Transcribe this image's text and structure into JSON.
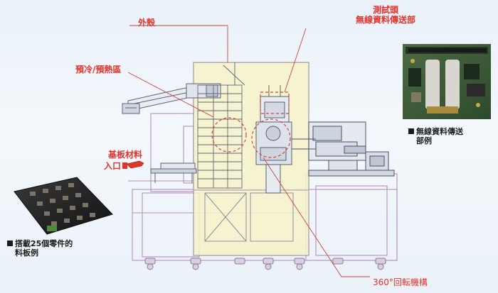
{
  "labels": {
    "shell": "外殼",
    "head_line1": "測試頭",
    "head_line2": "無線資料傳送部",
    "preheat": "預冷/預熱區",
    "substrate": "基板材料",
    "inlet": "入口",
    "wireless_line1": "無線資料傳送",
    "wireless_line2": "部例",
    "board_line1": "搭載25個零件的",
    "board_line2": "料板例",
    "rotation": "360°回転機構"
  },
  "colors": {
    "label_red": "#e1342b",
    "label_dark": "#1e1e1e",
    "housing_fill": "#f6f2c8",
    "machine_line": "#8f96a6",
    "frame_line": "#b68fbf",
    "callout": "#d6443a"
  },
  "icons": {
    "inlet_arrow": "pointing-hand-icon",
    "bullet": "black-square-icon"
  }
}
